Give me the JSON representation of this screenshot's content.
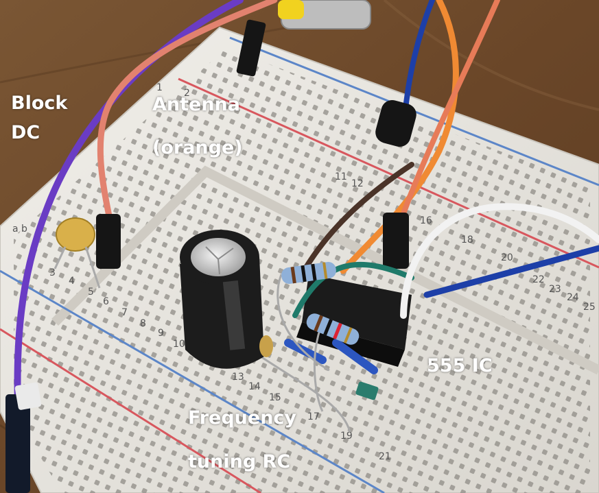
{
  "labels": {
    "block_line1": "Block",
    "block_line2": "DC",
    "antenna_line1": "Antenna",
    "antenna_line2": "(orange)",
    "ic": "555 IC",
    "freq_line1": "Frequency",
    "freq_line2": "tuning RC"
  },
  "row_numbers": [
    "1",
    "2",
    "3",
    "4",
    "5",
    "6",
    "7",
    "8",
    "9",
    "10",
    "11",
    "12",
    "13",
    "14",
    "15",
    "16",
    "17",
    "18",
    "19",
    "20",
    "21",
    "22",
    "23",
    "24",
    "25"
  ],
  "colors": {
    "wood": "#6b4a2b",
    "board": "#e9e7e1",
    "rail_red": "#d8575e",
    "rail_blue": "#5c86c8",
    "wire_purple": "#6a3cc4",
    "wire_pink": "#e2826f",
    "wire_orange": "#f08a33",
    "wire_blue": "#1d3fa8",
    "wire_white": "#f2f2f2",
    "wire_brown": "#4a3328",
    "wire_green": "#1f7a6a",
    "ic_body": "#1b1b1b",
    "capacitor_body": "#1c1c1c",
    "ceramic_cap": "#d9b04a"
  },
  "icons": [
    "breadboard-icon",
    "electrolytic-capacitor-icon",
    "ceramic-capacitor-icon",
    "resistor-icon",
    "ic-chip-icon"
  ]
}
